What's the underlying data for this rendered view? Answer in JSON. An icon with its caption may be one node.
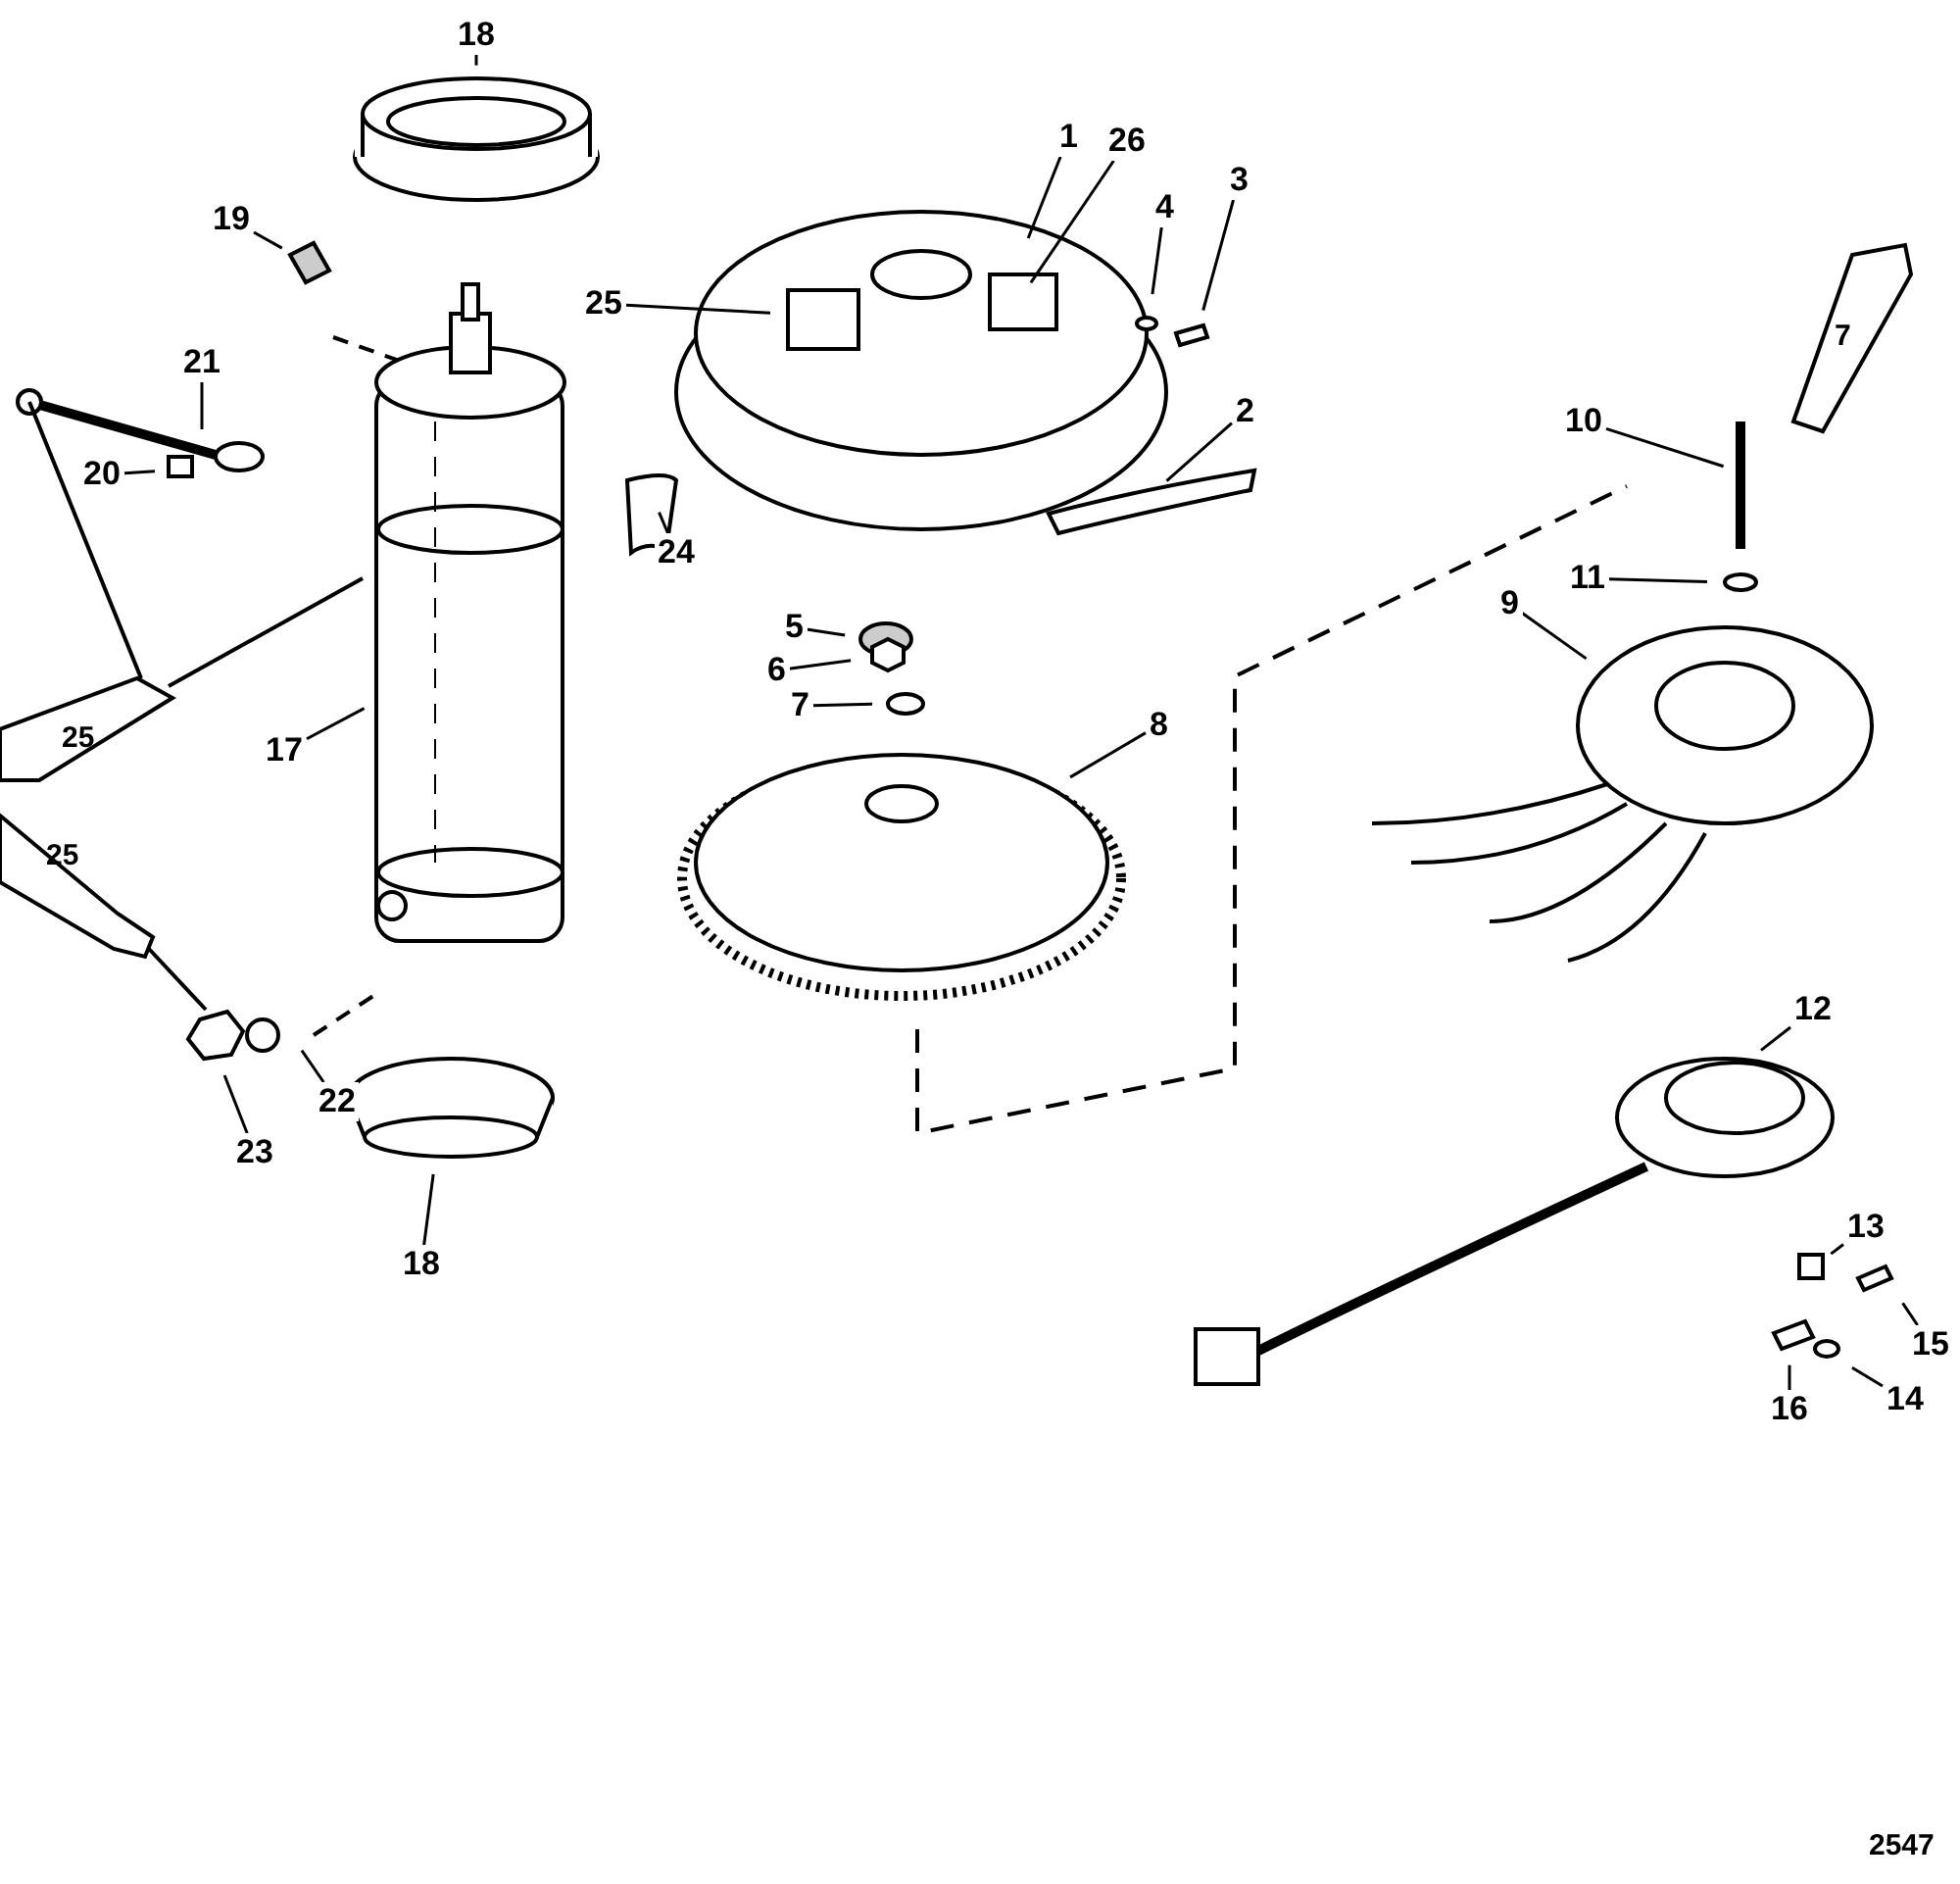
{
  "diagram": {
    "nodes": [
      {
        "text": [
          "18"
        ]
      },
      {
        "text": [
          "1"
        ]
      },
      {
        "text": [
          "26"
        ]
      },
      {
        "text": [
          "19"
        ]
      },
      {
        "text": [
          "3"
        ]
      },
      {
        "text": [
          "4"
        ]
      },
      {
        "text": [
          "25"
        ]
      },
      {
        "text": [
          "21"
        ]
      },
      {
        "text": [
          "2"
        ]
      },
      {
        "text": [
          "10"
        ]
      },
      {
        "text": [
          "20"
        ]
      },
      {
        "text": [
          "24"
        ]
      },
      {
        "text": [
          "11"
        ]
      },
      {
        "text": [
          "9"
        ]
      },
      {
        "text": [
          "5"
        ]
      },
      {
        "text": [
          "6"
        ]
      },
      {
        "text": [
          "7"
        ]
      },
      {
        "text": [
          "8"
        ]
      },
      {
        "text": [
          "17"
        ]
      },
      {
        "text": [
          "12"
        ]
      },
      {
        "text": [
          "22"
        ]
      },
      {
        "text": [
          "23"
        ]
      },
      {
        "text": [
          "18"
        ]
      },
      {
        "text": [
          "13"
        ]
      },
      {
        "text": [
          "15"
        ]
      },
      {
        "text": [
          "14"
        ]
      },
      {
        "text": [
          "16"
        ]
      }
    ],
    "edges": [
      {
        "from": 0,
        "to": null,
        "arrow": "none"
      },
      {
        "from": 1,
        "to": null,
        "arrow": "none"
      },
      {
        "from": 2,
        "to": null,
        "arrow": "none"
      },
      {
        "from": 3,
        "to": null,
        "arrow": "none"
      },
      {
        "from": 4,
        "to": null,
        "arrow": "none"
      },
      {
        "from": 5,
        "to": null,
        "arrow": "none"
      },
      {
        "from": 6,
        "to": null,
        "arrow": "none"
      },
      {
        "from": 7,
        "to": null,
        "arrow": "none"
      },
      {
        "from": 8,
        "to": null,
        "arrow": "none"
      },
      {
        "from": 9,
        "to": null,
        "arrow": "none"
      },
      {
        "from": 10,
        "to": null,
        "arrow": "none"
      },
      {
        "from": 11,
        "to": null,
        "arrow": "none"
      },
      {
        "from": 12,
        "to": null,
        "arrow": "none"
      },
      {
        "from": 13,
        "to": null,
        "arrow": "none"
      },
      {
        "from": 14,
        "to": null,
        "arrow": "none"
      },
      {
        "from": 15,
        "to": null,
        "arrow": "none"
      },
      {
        "from": 16,
        "to": null,
        "arrow": "none"
      },
      {
        "from": 17,
        "to": null,
        "arrow": "none"
      },
      {
        "from": 18,
        "to": null,
        "arrow": "none"
      },
      {
        "from": 19,
        "to": null,
        "arrow": "none"
      },
      {
        "from": 20,
        "to": null,
        "arrow": "none"
      },
      {
        "from": 21,
        "to": null,
        "arrow": "none"
      },
      {
        "from": 22,
        "to": null,
        "arrow": "none"
      },
      {
        "from": 23,
        "to": null,
        "arrow": "none"
      },
      {
        "from": 24,
        "to": null,
        "arrow": "none"
      },
      {
        "from": 25,
        "to": null,
        "arrow": "none"
      },
      {
        "from": 26,
        "to": null,
        "arrow": "none"
      }
    ],
    "labels": [
      "7",
      "25",
      "25",
      "2547"
    ]
  }
}
